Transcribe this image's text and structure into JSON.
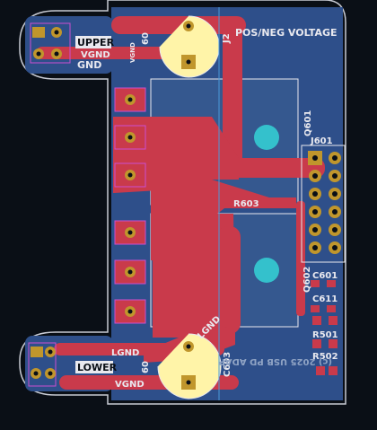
{
  "labels": {
    "top_pad_label_1": "UPPER",
    "top_pad_label_2": "GND",
    "top_vgnd": "VGND",
    "bottom_pad_label": "LOWER",
    "bottom_lgnd": "LGND",
    "bottom_vgnd": "VGND",
    "top_cap_ref": "J2",
    "top_cap_side": "60",
    "top_cap_side_vgnd": "VGND",
    "bottom_cap_ref": "C603",
    "bottom_cap_side": "60",
    "title": "POS/NEG VOLTAGE",
    "q601": "Q601",
    "q602": "Q602",
    "j601": "J601",
    "r603": "R603",
    "c601": "C601",
    "c611": "C611",
    "r501": "R501",
    "r502": "R502",
    "trace_lgnd": "LGND",
    "mirror_text": "(c) 2025 USB PD ADAP"
  },
  "colors": {
    "background": "#0a0f16",
    "board": "#2e4f8a",
    "board_outline": "#c8cbd4",
    "copper": "#c93a4b",
    "pad": "#c0962c",
    "silk": "#e9e9ef",
    "cyan": "#34c1cc"
  }
}
